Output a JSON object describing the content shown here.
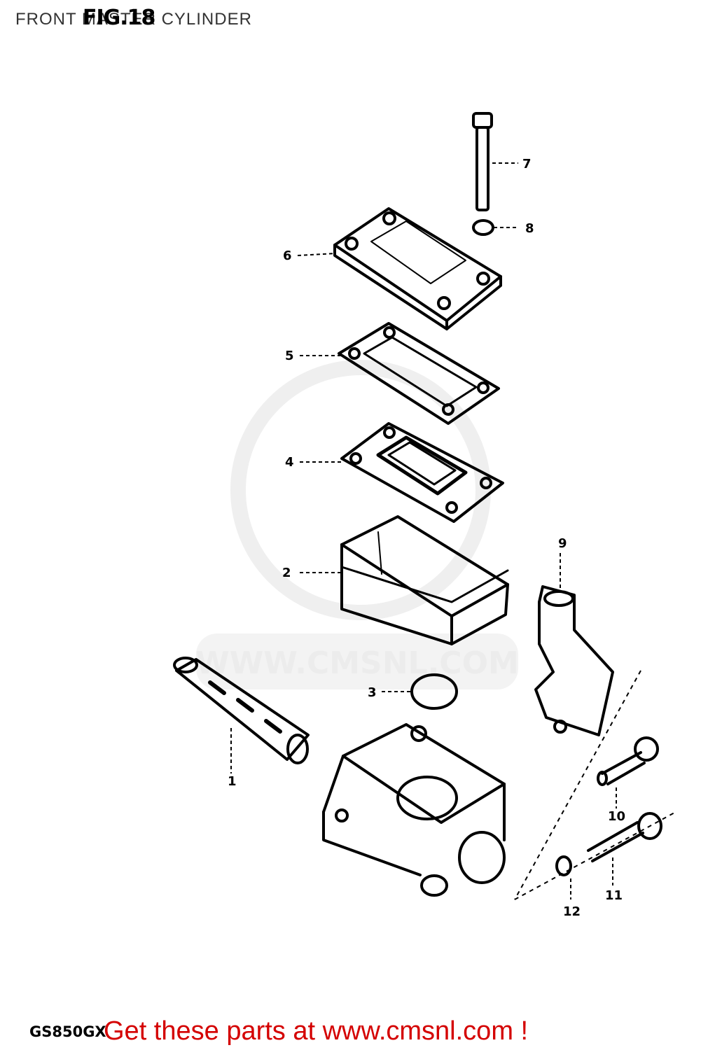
{
  "header": {
    "title": "FRONT MASTER CYLINDER",
    "fig_label": "FIG.18"
  },
  "watermark": {
    "text": "WWW.CMSNL.COM"
  },
  "parts": [
    {
      "id": "1",
      "label": "1"
    },
    {
      "id": "2",
      "label": "2"
    },
    {
      "id": "3",
      "label": "3"
    },
    {
      "id": "4",
      "label": "4"
    },
    {
      "id": "5",
      "label": "5"
    },
    {
      "id": "6",
      "label": "6"
    },
    {
      "id": "7",
      "label": "7"
    },
    {
      "id": "8",
      "label": "8"
    },
    {
      "id": "9",
      "label": "9"
    },
    {
      "id": "10",
      "label": "10"
    },
    {
      "id": "11",
      "label": "11"
    },
    {
      "id": "12",
      "label": "12"
    }
  ],
  "footer": {
    "model": "GS850GX",
    "promo": "Get these parts at www.cmsnl.com !"
  },
  "colors": {
    "promo": "#d40000",
    "lines": "#000000",
    "watermark": "#ececec"
  }
}
